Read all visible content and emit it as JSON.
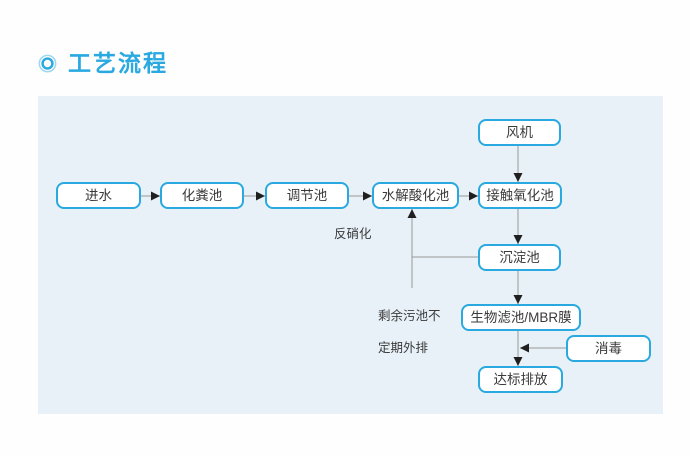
{
  "page": {
    "title": "工艺流程",
    "title_color": "#29a9e0",
    "background": "#fffefe",
    "panel_bg": "#e8f1f8"
  },
  "flowchart": {
    "colors": {
      "node_border": "#29a9e0",
      "node_fill": "#ffffff",
      "node_text": "#3a3a3a",
      "line": "#999999",
      "arrowhead": "#1f1f1f"
    },
    "nodes": [
      {
        "id": "inlet",
        "label": "进水"
      },
      {
        "id": "septic-tank",
        "label": "化粪池"
      },
      {
        "id": "regulating-tank",
        "label": "调节池"
      },
      {
        "id": "hydrolysis-acidification-tank",
        "label": "水解酸化池"
      },
      {
        "id": "contact-oxidation-tank",
        "label": "接触氧化池"
      },
      {
        "id": "fan",
        "label": "风机"
      },
      {
        "id": "sedimentation-tank",
        "label": "沉淀池"
      },
      {
        "id": "biofilter-mbr",
        "label": "生物滤池/MBR膜"
      },
      {
        "id": "disinfection",
        "label": "消毒"
      },
      {
        "id": "discharge",
        "label": "达标排放"
      }
    ],
    "edges": [
      {
        "from": "进水",
        "to": "化粪池"
      },
      {
        "from": "化粪池",
        "to": "调节池"
      },
      {
        "from": "调节池",
        "to": "水解酸化池"
      },
      {
        "from": "水解酸化池",
        "to": "接触氧化池"
      },
      {
        "from": "风机",
        "to": "接触氧化池"
      },
      {
        "from": "接触氧化池",
        "to": "沉淀池"
      },
      {
        "from": "沉淀池",
        "to": "生物滤池/MBR膜"
      },
      {
        "from": "生物滤池/MBR膜",
        "to": "达标排放"
      },
      {
        "from": "消毒",
        "to": "达标排放"
      },
      {
        "from": "沉淀池",
        "to": "水解酸化池",
        "label": "反硝化"
      }
    ],
    "annotations": {
      "denitrification": "反硝化",
      "sludge_note_line1": "剩余污池不",
      "sludge_note_line2": "定期外排"
    }
  }
}
